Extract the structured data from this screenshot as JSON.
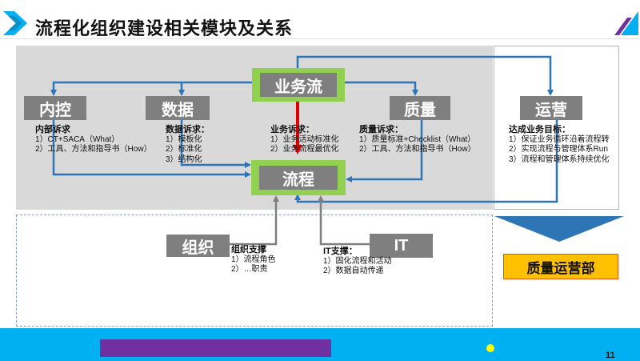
{
  "title": "流程化组织建设相关模块及关系",
  "nodes": {
    "business_flow": "业务流",
    "internal_control": "内控",
    "data": "数据",
    "quality": "质量",
    "operations": "运营",
    "process": "流程",
    "organization": "组织",
    "it": "IT",
    "quality_ops_dept": "质量运营部"
  },
  "requirements": {
    "internal_control": {
      "heading": "内部诉求",
      "lines": [
        "1）CT+SACA（What）",
        "2）工具、方法和指导书（How）"
      ]
    },
    "data": {
      "heading": "数据诉求：",
      "lines": [
        "1）模板化",
        "2）标准化",
        "3）结构化"
      ]
    },
    "business": {
      "heading": "业务诉求：",
      "lines": [
        "1）业务活动标准化",
        "2）业务流程最优化"
      ]
    },
    "quality": {
      "heading": "质量诉求：",
      "lines": [
        "1）质量标准+Checklist（What）",
        "2）工具、方法和指导书（How）"
      ]
    },
    "operations": {
      "heading": "达成业务目标：",
      "lines": [
        "1）保证业务循环沿着流程转",
        "2）实现流程与管理体系Run",
        "3）流程和管理体系持续优化"
      ]
    },
    "organization": {
      "heading": "组织支撑",
      "lines": [
        "1）流程角色",
        "2）…职责"
      ]
    },
    "it": {
      "heading": "IT支撑：",
      "lines": [
        "1）固化流程和活动",
        "2）数据自动传递"
      ]
    }
  },
  "page_number": "11",
  "colors": {
    "accent_blue": "#00b0f0",
    "arrow_blue": "#2e75b6",
    "green": "#92d050",
    "box_gray": "#7f7f7f",
    "red": "#e00000",
    "orange": "#ffc000",
    "purple": "#7030a0"
  }
}
